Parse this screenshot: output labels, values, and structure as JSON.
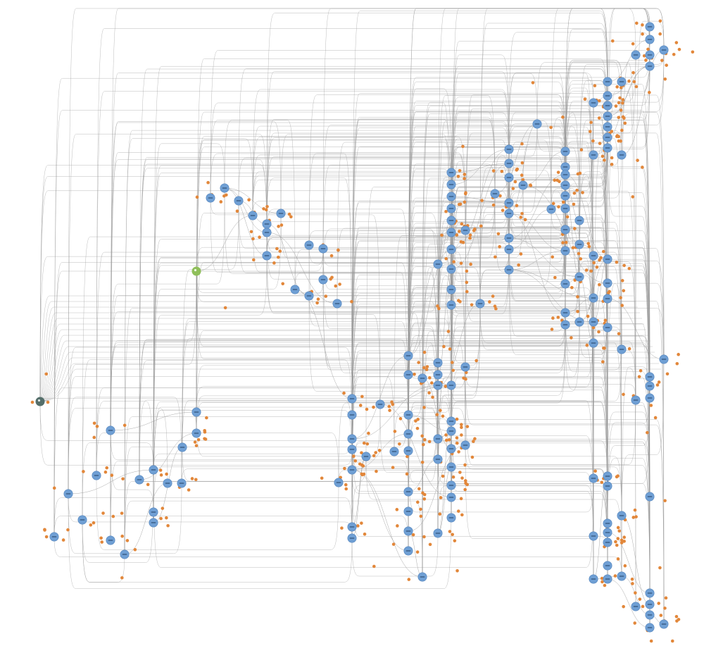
{
  "graph": {
    "colors": {
      "background": "#ffffff",
      "edge": "#9a9a9a",
      "node_primary": "#6f9fd4",
      "node_primary_stroke": "#5485bd",
      "node_leaf": "#e2873a",
      "node_start": "#546e6a",
      "node_highlight": "#8fbf5a",
      "node_label_bar": "#2f4f76"
    },
    "node_kinds": {
      "start": "start-node",
      "highlight": "highlighted-node",
      "primary": "graph-node",
      "leaf": "leaf-node"
    },
    "nodes_rendered": true
  }
}
